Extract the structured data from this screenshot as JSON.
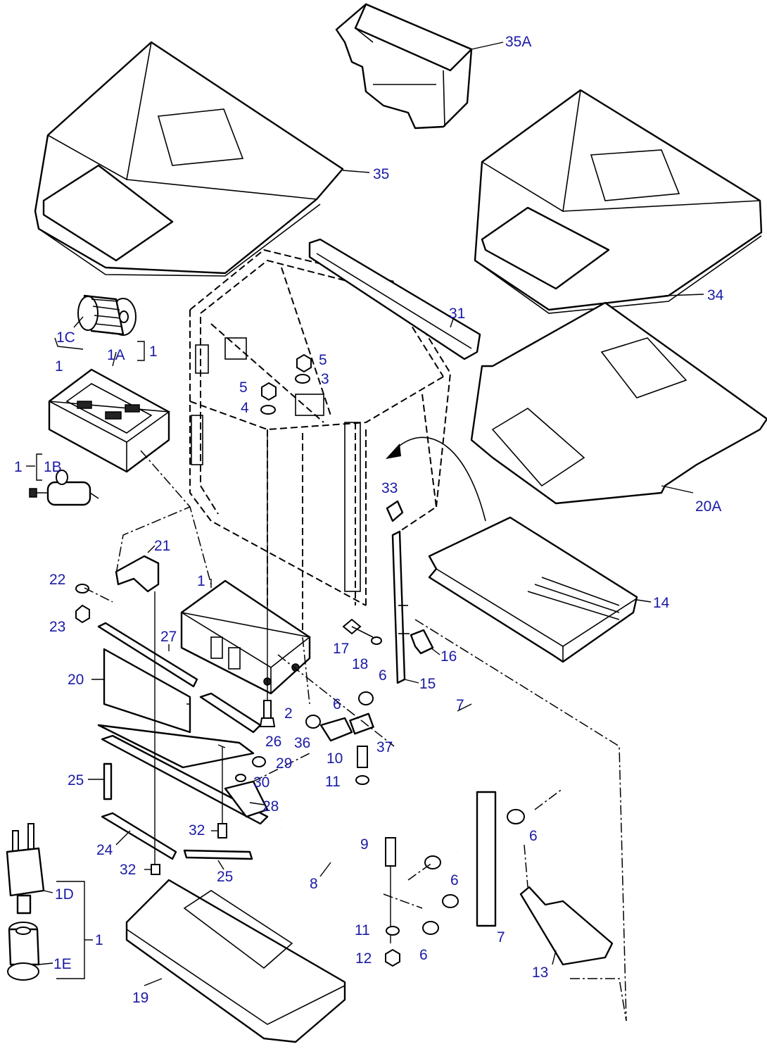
{
  "callouts": {
    "c35a": "35A",
    "c35": "35",
    "c34": "34",
    "c31": "31",
    "c1c": "1C",
    "c1_a": "1",
    "c1a": "1A",
    "c1_b": "1",
    "c5a": "5",
    "c3": "3",
    "c5b": "5",
    "c4": "4",
    "c20a": "20A",
    "c1_c": "1",
    "c1b": "1B",
    "c33": "33",
    "c21": "21",
    "c22": "22",
    "c23": "23",
    "c1_d": "1",
    "c14": "14",
    "c27": "27",
    "c17": "17",
    "c16": "16",
    "c18": "18",
    "c20": "20",
    "c6a": "6",
    "c15": "15",
    "c6b": "6",
    "c7a": "7",
    "c2": "2",
    "c26": "26",
    "c36": "36",
    "c37": "37",
    "c10": "10",
    "c29": "29",
    "c25a": "25",
    "c30": "30",
    "c11a": "11",
    "c28": "28",
    "c6c": "6",
    "c32a": "32",
    "c9": "9",
    "c24": "24",
    "c25b": "25",
    "c32b": "32",
    "c8": "8",
    "c6d": "6",
    "c1d": "1D",
    "c1_e": "1",
    "c11b": "11",
    "c7b": "7",
    "c12": "12",
    "c6e": "6",
    "c13": "13",
    "c1e": "1E",
    "c19": "19"
  },
  "colors": {
    "callout": "#1a1aa6",
    "line": "#000000",
    "background": "#ffffff"
  }
}
